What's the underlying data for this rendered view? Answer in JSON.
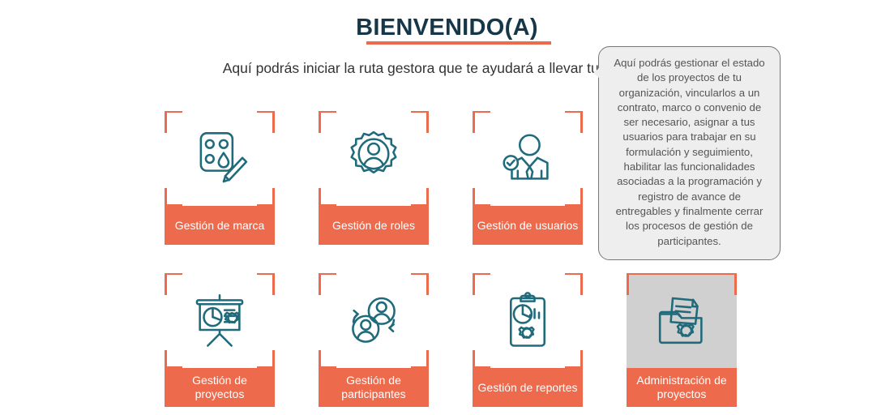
{
  "header": {
    "title": "BIENVENIDO(A)",
    "subtitle": "Aquí podrás iniciar la ruta gestora que te ayudará a llevar tus proyectos"
  },
  "tooltip": {
    "text": "Aquí podrás gestionar el estado de los proyectos de tu organización, vincularlos a un contrato, marco o convenio de ser necesario, asignar a tus usuarios para trabajar en su formulación y seguimiento, habilitar las funcionalidades asociadas a la programación y registro de avance de entregables y finalmente cerrar los procesos de gestión de participantes."
  },
  "colors": {
    "accent_orange": "#ed6a4c",
    "icon_teal": "#1f6b7b",
    "title_navy": "#16374a",
    "active_card_bg": "#d0d0d0",
    "tooltip_bg": "#eeeeee",
    "tooltip_border": "#777777"
  },
  "cards": [
    {
      "label": "Gestión de marca",
      "icon": "brand-palette-pencil-icon",
      "active": false
    },
    {
      "label": "Gestión de roles",
      "icon": "gear-person-icon",
      "active": false
    },
    {
      "label": "Gestión de usuarios",
      "icon": "user-suit-check-icon",
      "active": false
    },
    {
      "label": "Gestión de proyectos",
      "icon": "presentation-gear-icon",
      "active": false
    },
    {
      "label": "Gestión de participantes",
      "icon": "two-people-cycle-icon",
      "active": false
    },
    {
      "label": "Gestión de reportes",
      "icon": "clipboard-chart-gear-icon",
      "active": false
    },
    {
      "label": "Administración de proyectos",
      "icon": "folder-document-gear-icon",
      "active": true
    }
  ]
}
